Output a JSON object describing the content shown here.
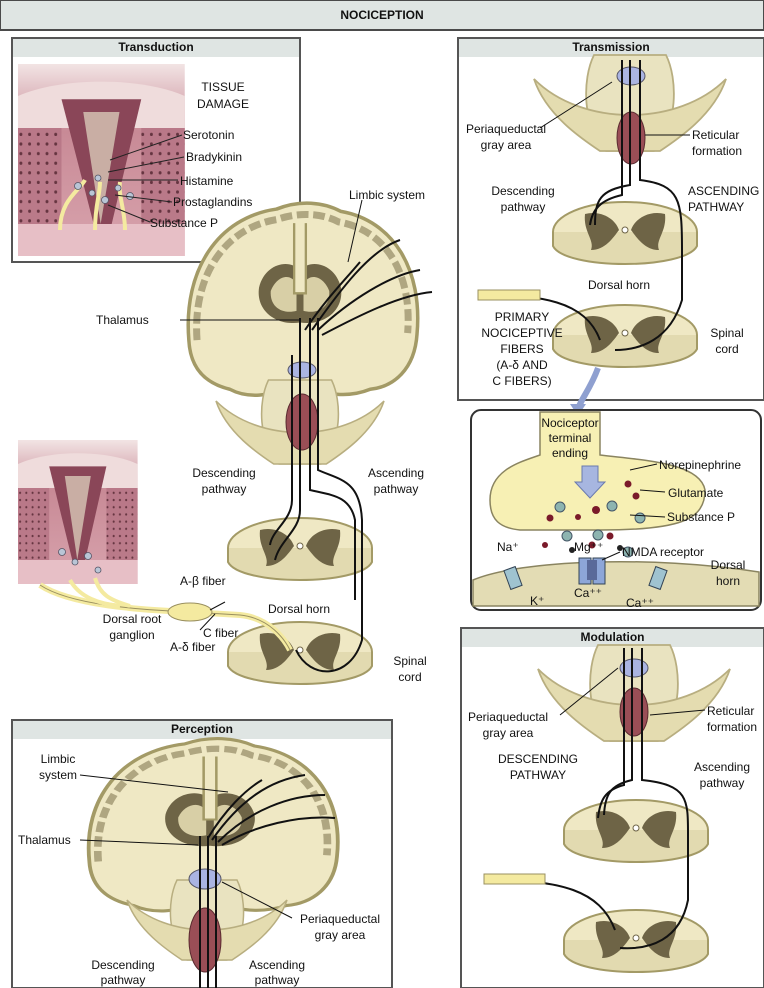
{
  "title": "NOCICEPTION",
  "panels": {
    "transduction": {
      "header": "Transduction",
      "labels": {
        "tissue_damage_1": "TISSUE",
        "tissue_damage_2": "DAMAGE",
        "serotonin": "Serotonin",
        "bradykinin": "Bradykinin",
        "histamine": "Histamine",
        "prostaglandins": "Prostaglandins",
        "substance_p": "Substance P"
      }
    },
    "center": {
      "labels": {
        "limbic_system": "Limbic system",
        "thalamus": "Thalamus",
        "descending_1": "Descending",
        "descending_2": "pathway",
        "ascending_1": "Ascending",
        "ascending_2": "pathway",
        "a_beta": "A-β fiber",
        "dorsal_root_1": "Dorsal root",
        "dorsal_root_2": "ganglion",
        "c_fiber": "C fiber",
        "a_delta": "A-δ fiber",
        "dorsal_horn": "Dorsal horn",
        "spinal_1": "Spinal",
        "spinal_2": "cord"
      }
    },
    "transmission": {
      "header": "Transmission",
      "labels": {
        "pag_1": "Periaqueductal",
        "pag_2": "gray area",
        "reticular_1": "Reticular",
        "reticular_2": "formation",
        "descending_1": "Descending",
        "descending_2": "pathway",
        "ascending_1": "ASCENDING",
        "ascending_2": "PATHWAY",
        "dorsal_horn": "Dorsal horn",
        "primary_1": "PRIMARY",
        "primary_2": "NOCICEPTIVE",
        "primary_3": "FIBERS",
        "primary_4": "(A-δ AND",
        "primary_5": "C FIBERS)",
        "spinal_1": "Spinal",
        "spinal_2": "cord"
      }
    },
    "synapse": {
      "labels": {
        "nociceptor_1": "Nociceptor",
        "nociceptor_2": "terminal",
        "nociceptor_3": "ending",
        "norepinephrine": "Norepinephrine",
        "glutamate": "Glutamate",
        "substance_p": "Substance P",
        "na": "Na⁺",
        "mg": "Mg⁺⁺",
        "nmda": "NMDA receptor",
        "dorsal_1": "Dorsal",
        "dorsal_2": "horn",
        "k": "K⁺",
        "ca1": "Ca⁺⁺",
        "ca2": "Ca⁺⁺"
      }
    },
    "modulation": {
      "header": "Modulation",
      "labels": {
        "pag_1": "Periaqueductal",
        "pag_2": "gray area",
        "reticular_1": "Reticular",
        "reticular_2": "formation",
        "descending_1": "DESCENDING",
        "descending_2": "PATHWAY",
        "ascending_1": "Ascending",
        "ascending_2": "pathway"
      }
    },
    "perception": {
      "header": "Perception",
      "labels": {
        "limbic_1": "Limbic",
        "limbic_2": "system",
        "thalamus": "Thalamus",
        "pag_1": "Periaqueductal",
        "pag_2": "gray area",
        "descending_1": "Descending",
        "descending_2": "pathway",
        "ascending_1": "Ascending",
        "ascending_2": "pathway"
      }
    }
  },
  "colors": {
    "header_bg": "#dfe5e3",
    "brain_fill": "#efe8c4",
    "brain_edge": "#a39a66",
    "gray_matter": "#6e6446",
    "brainstem": "#e9e3c0",
    "reticular": "#9a4e56",
    "pag": "#aab4e2",
    "skin": "#c98a98",
    "nerve": "#f4eaa0"
  }
}
